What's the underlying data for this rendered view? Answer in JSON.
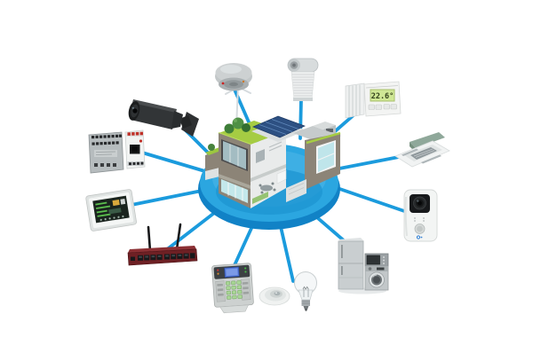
{
  "diagram": {
    "kind": "smart-home-network-illustration",
    "connection_count": 12,
    "colors": {
      "connection_blue": "#1b9bdd",
      "platform_blue": "#2ba6e0",
      "platform_dark_blue": "#1182c6",
      "roof_green": "#a5cc43",
      "wall_taupe": "#8c8477",
      "solar_panel_blue": "#2d5082",
      "router_red": "#6e2024",
      "lcd_green": "#cfe795",
      "keypad_lcd_blue": "#5377d8"
    }
  },
  "devices": [
    {
      "id": "smart-house",
      "label": "smart house hub"
    },
    {
      "id": "security-camera",
      "label": "CCTV security camera"
    },
    {
      "id": "smoke-detector",
      "label": "smoke detector"
    },
    {
      "id": "roller-shutter",
      "label": "motorized roller shutter"
    },
    {
      "id": "thermostat",
      "label": "radiator thermostat",
      "display": "22.6°"
    },
    {
      "id": "ceiling-ac",
      "label": "ceiling cassette air conditioner"
    },
    {
      "id": "video-doorbell",
      "label": "video doorbell intercom"
    },
    {
      "id": "appliances",
      "label": "refrigerator, microwave and washing machine"
    },
    {
      "id": "light-bulb",
      "label": "incandescent light bulb"
    },
    {
      "id": "ceiling-light",
      "label": "recessed ceiling light"
    },
    {
      "id": "alarm-keypad",
      "label": "alarm system keypad"
    },
    {
      "id": "router",
      "label": "wireless router"
    },
    {
      "id": "touch-panel",
      "label": "wall touch panel"
    },
    {
      "id": "din-modules",
      "label": "DIN rail automation modules"
    }
  ]
}
